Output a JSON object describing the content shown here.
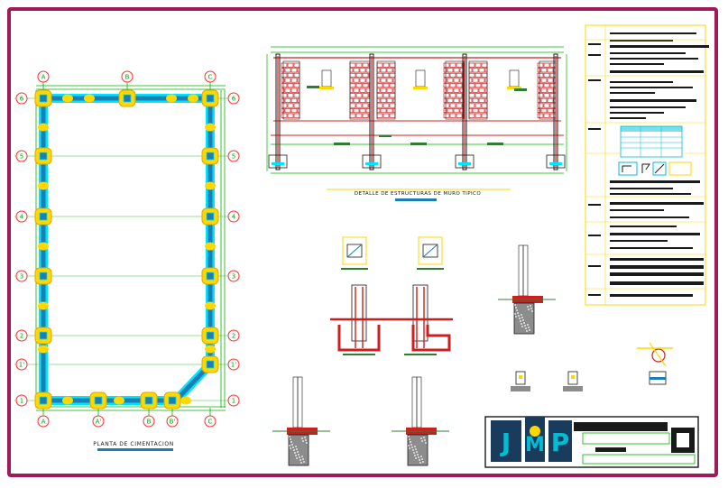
{
  "colors": {
    "frame": "#9e1b58",
    "background": "#ffffff",
    "dimension": "#00b400",
    "column": "#ffd800",
    "beam": "#1a7fb5",
    "beam_edge": "#00e5ff",
    "grid_bubble": "#ff2e2e",
    "grid_text": "#00a000",
    "brick": "#cc2020",
    "steel": "#1a1a1a",
    "concrete": "#8c8c8c",
    "label_green": "#2e7d32"
  },
  "foundation_plan": {
    "title": "PLANTA DE CIMENTACION",
    "grid_top": [
      "A",
      "B",
      "C"
    ],
    "grid_bottom": [
      "A",
      "A'",
      "B",
      "B'",
      "C"
    ],
    "grid_rows": [
      "6",
      "5",
      "4",
      "3",
      "2",
      "1'",
      "1"
    ]
  },
  "wall_detail": {
    "title": "DETALLE DE ESTRUCTURAS DE MURO TIPICO"
  },
  "logo": {
    "letters": [
      "J",
      "M",
      "P"
    ]
  }
}
